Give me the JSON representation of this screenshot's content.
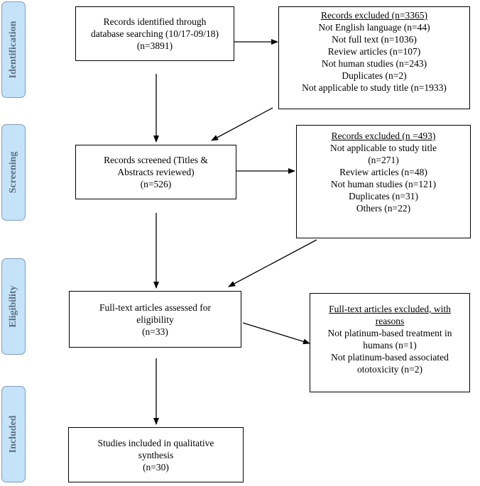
{
  "phases": {
    "identification": "Identification",
    "screening": "Screening",
    "eligibility": "Eligibility",
    "included": "Included"
  },
  "identified": {
    "line1": "Records identified through",
    "line2": "database searching (10/17-09/18)",
    "line3": "(n=3891)"
  },
  "excluded_identification": {
    "heading": "Records excluded (n=3365)",
    "items": [
      "Not English language (n=44)",
      "Not full text (n=1036)",
      "Review articles (n=107)",
      "Not human studies (n=243)",
      "Duplicates (n=2)",
      "Not applicable to study title (n=1933)"
    ]
  },
  "screened": {
    "line1": "Records screened (Titles &",
    "line2": "Abstracts reviewed)",
    "line3": "(n=526)"
  },
  "excluded_screening": {
    "heading": "Records excluded (n =493)",
    "items": [
      "Not applicable to study title",
      "(n=271)",
      "Review articles (n=48)",
      "Not human studies (n=121)",
      "Duplicates (n=31)",
      "Others (n=22)"
    ]
  },
  "assessed": {
    "line1": "Full-text articles assessed for",
    "line2": "eligibility",
    "line3": "(n=33)"
  },
  "excluded_eligibility": {
    "heading1": "Full-text articles excluded, with",
    "heading2": "reasons",
    "items": [
      "Not platinum-based treatment in",
      "humans (n=1)",
      "Not platinum-based associated",
      "ototoxicity (n=2)"
    ]
  },
  "included_studies": {
    "line1": "Studies included in qualitative",
    "line2": "synthesis",
    "line3": "(n=30)"
  }
}
